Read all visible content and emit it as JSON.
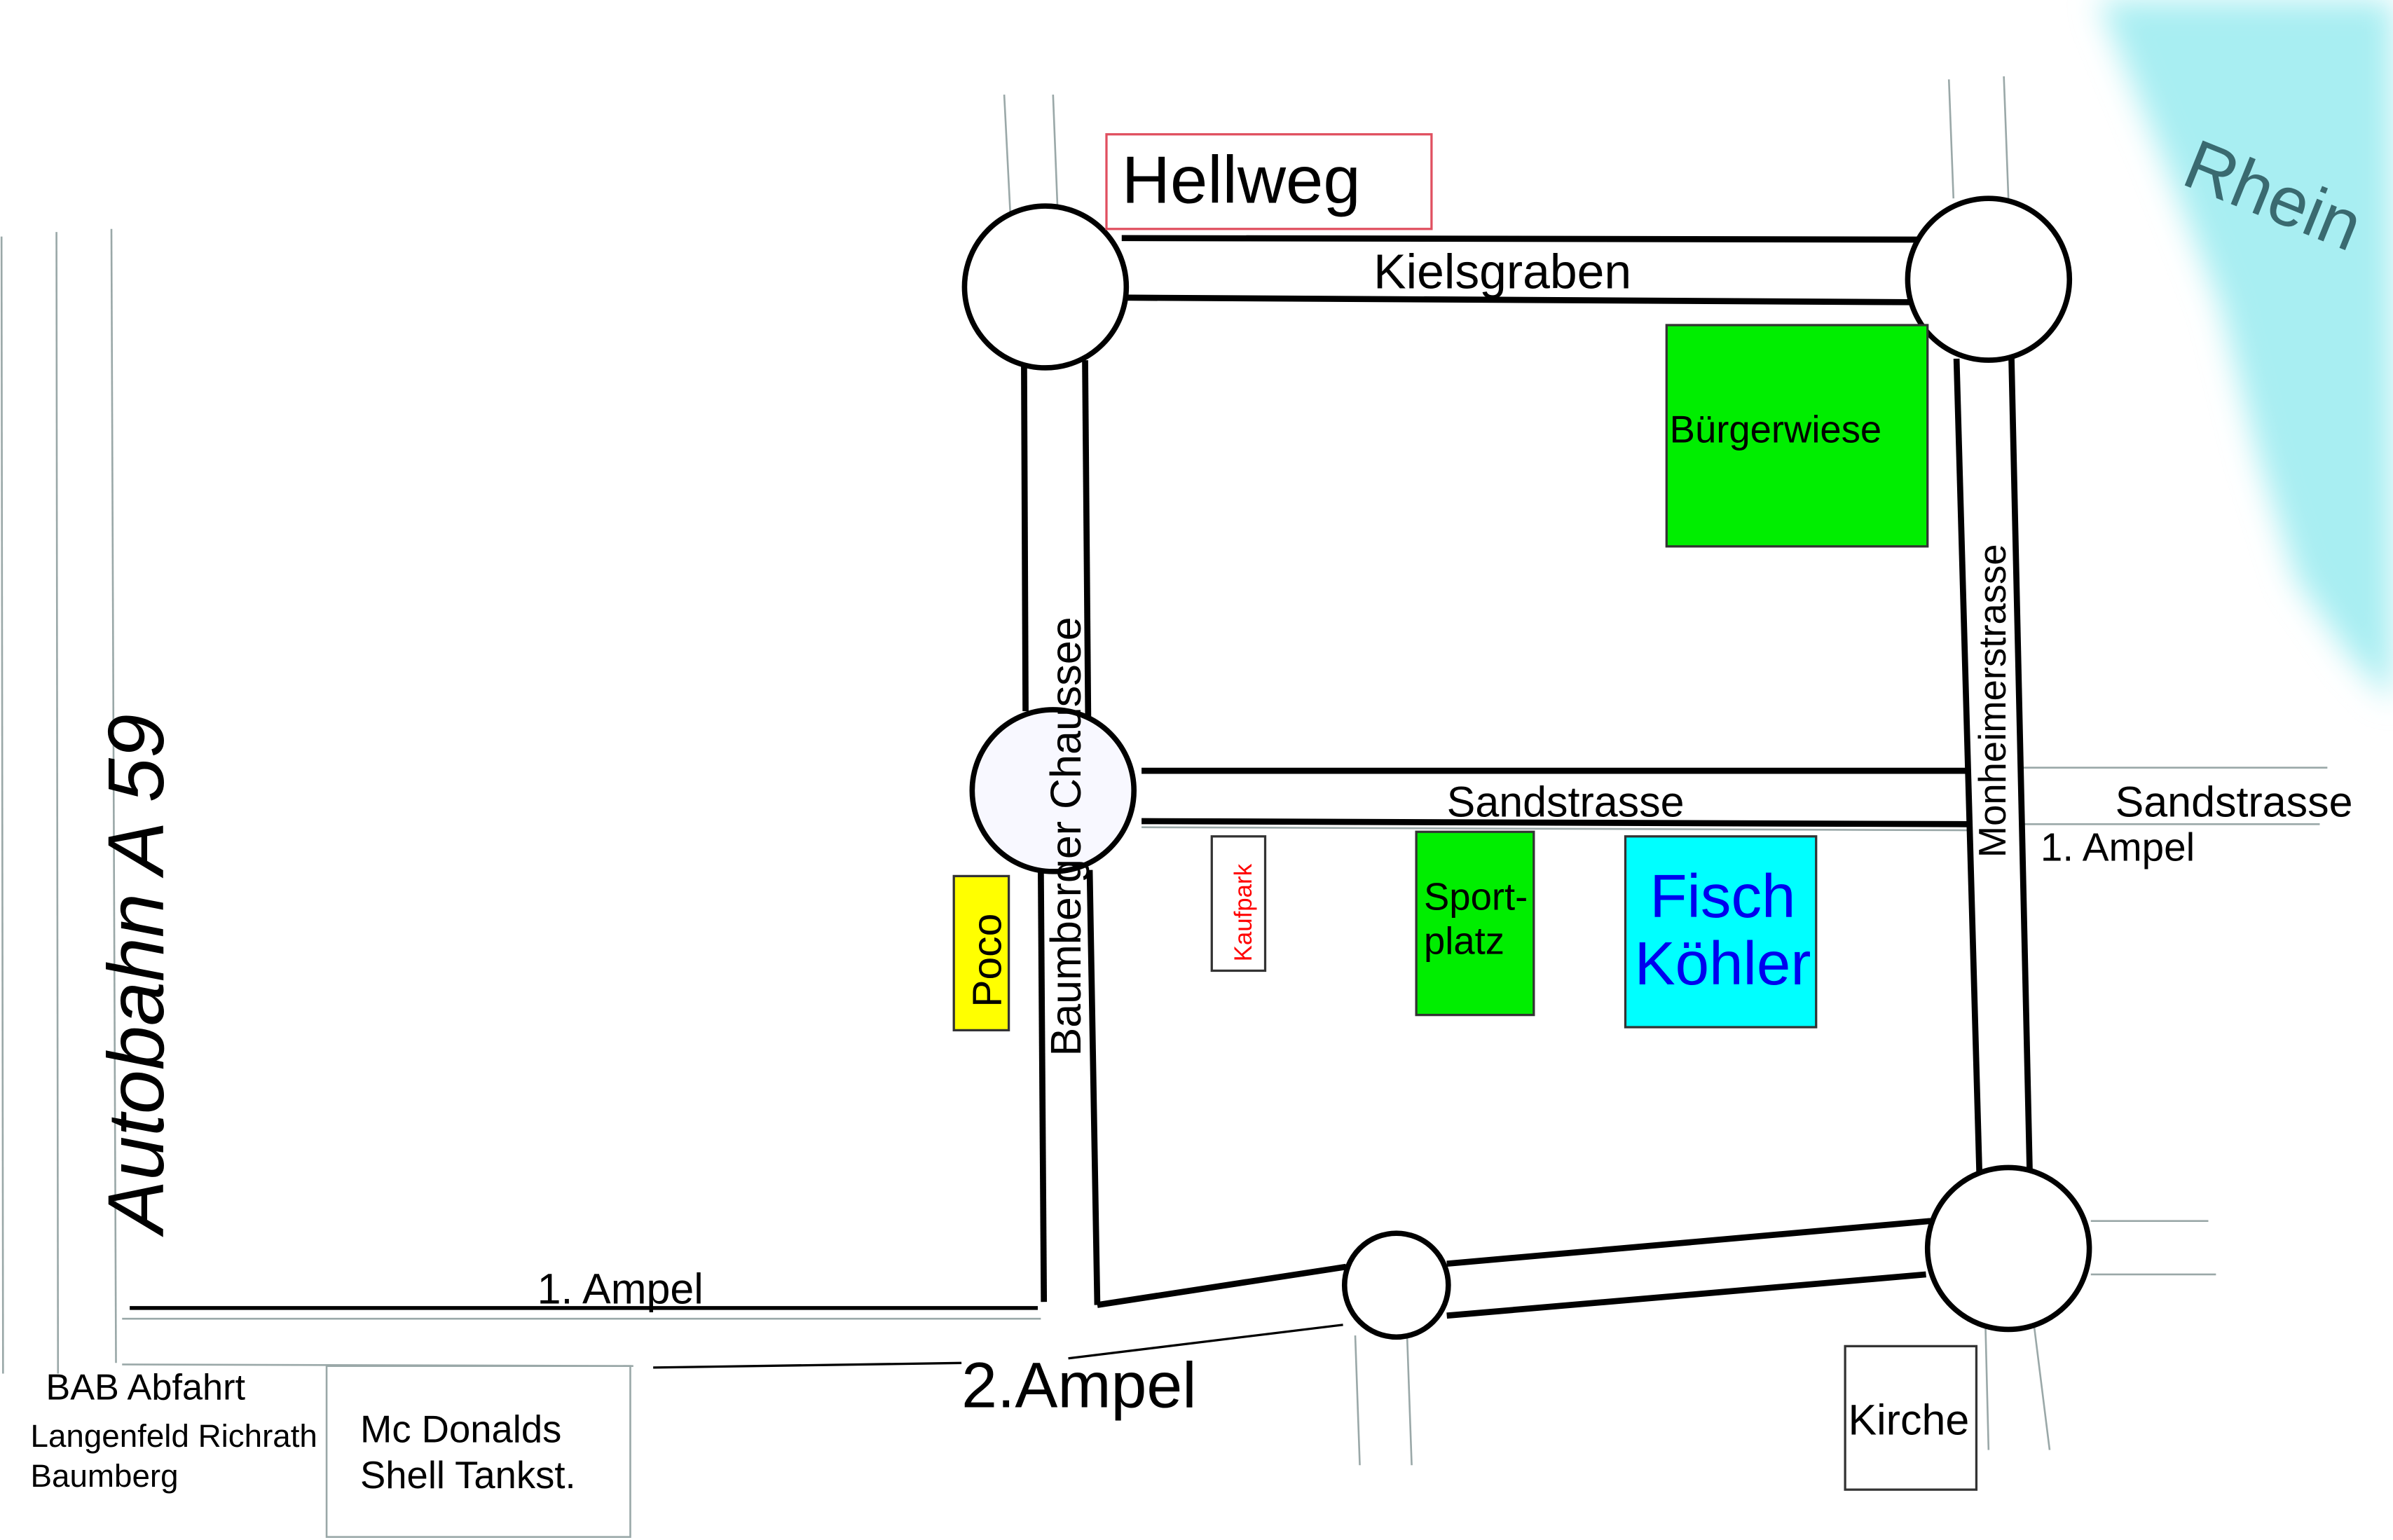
{
  "streets": {
    "kielsgraben": "Kielsgraben",
    "sandstrasse": "Sandstrasse",
    "sandstrasse_east": "Sandstrasse",
    "baumberger_chaussee": "Baumberger Chaussee",
    "monheimerstrasse": "Monheimerstrasse",
    "autobahn": "Autobahn A 59",
    "river": "Rhein"
  },
  "places": {
    "hellweg": "Hellweg",
    "buergerwiese": "Bürgerwiese",
    "poco": "Poco",
    "kaufpark": "Kaufpark",
    "sportplatz_line1": "Sport-",
    "sportplatz_line2": "platz",
    "fisch_line1": "Fisch",
    "fisch_line2": "Köhler",
    "kirche": "Kirche",
    "mcdonalds_line1": "Mc Donalds",
    "mcdonalds_line2": "Shell Tankst."
  },
  "labels": {
    "ampel_1_west": "1. Ampel",
    "ampel_1_east": "1. Ampel",
    "ampel_2": "2.Ampel",
    "bab_line1": "BAB Abfahrt",
    "bab_line2": "Langenfeld Richrath",
    "bab_line3": "Baumberg"
  },
  "colors": {
    "green": "#00ee00",
    "cyan": "#00ffff",
    "yellow": "#ffff00",
    "red": "#ff0000",
    "blue": "#0000ee",
    "river": "#a8eef2"
  }
}
